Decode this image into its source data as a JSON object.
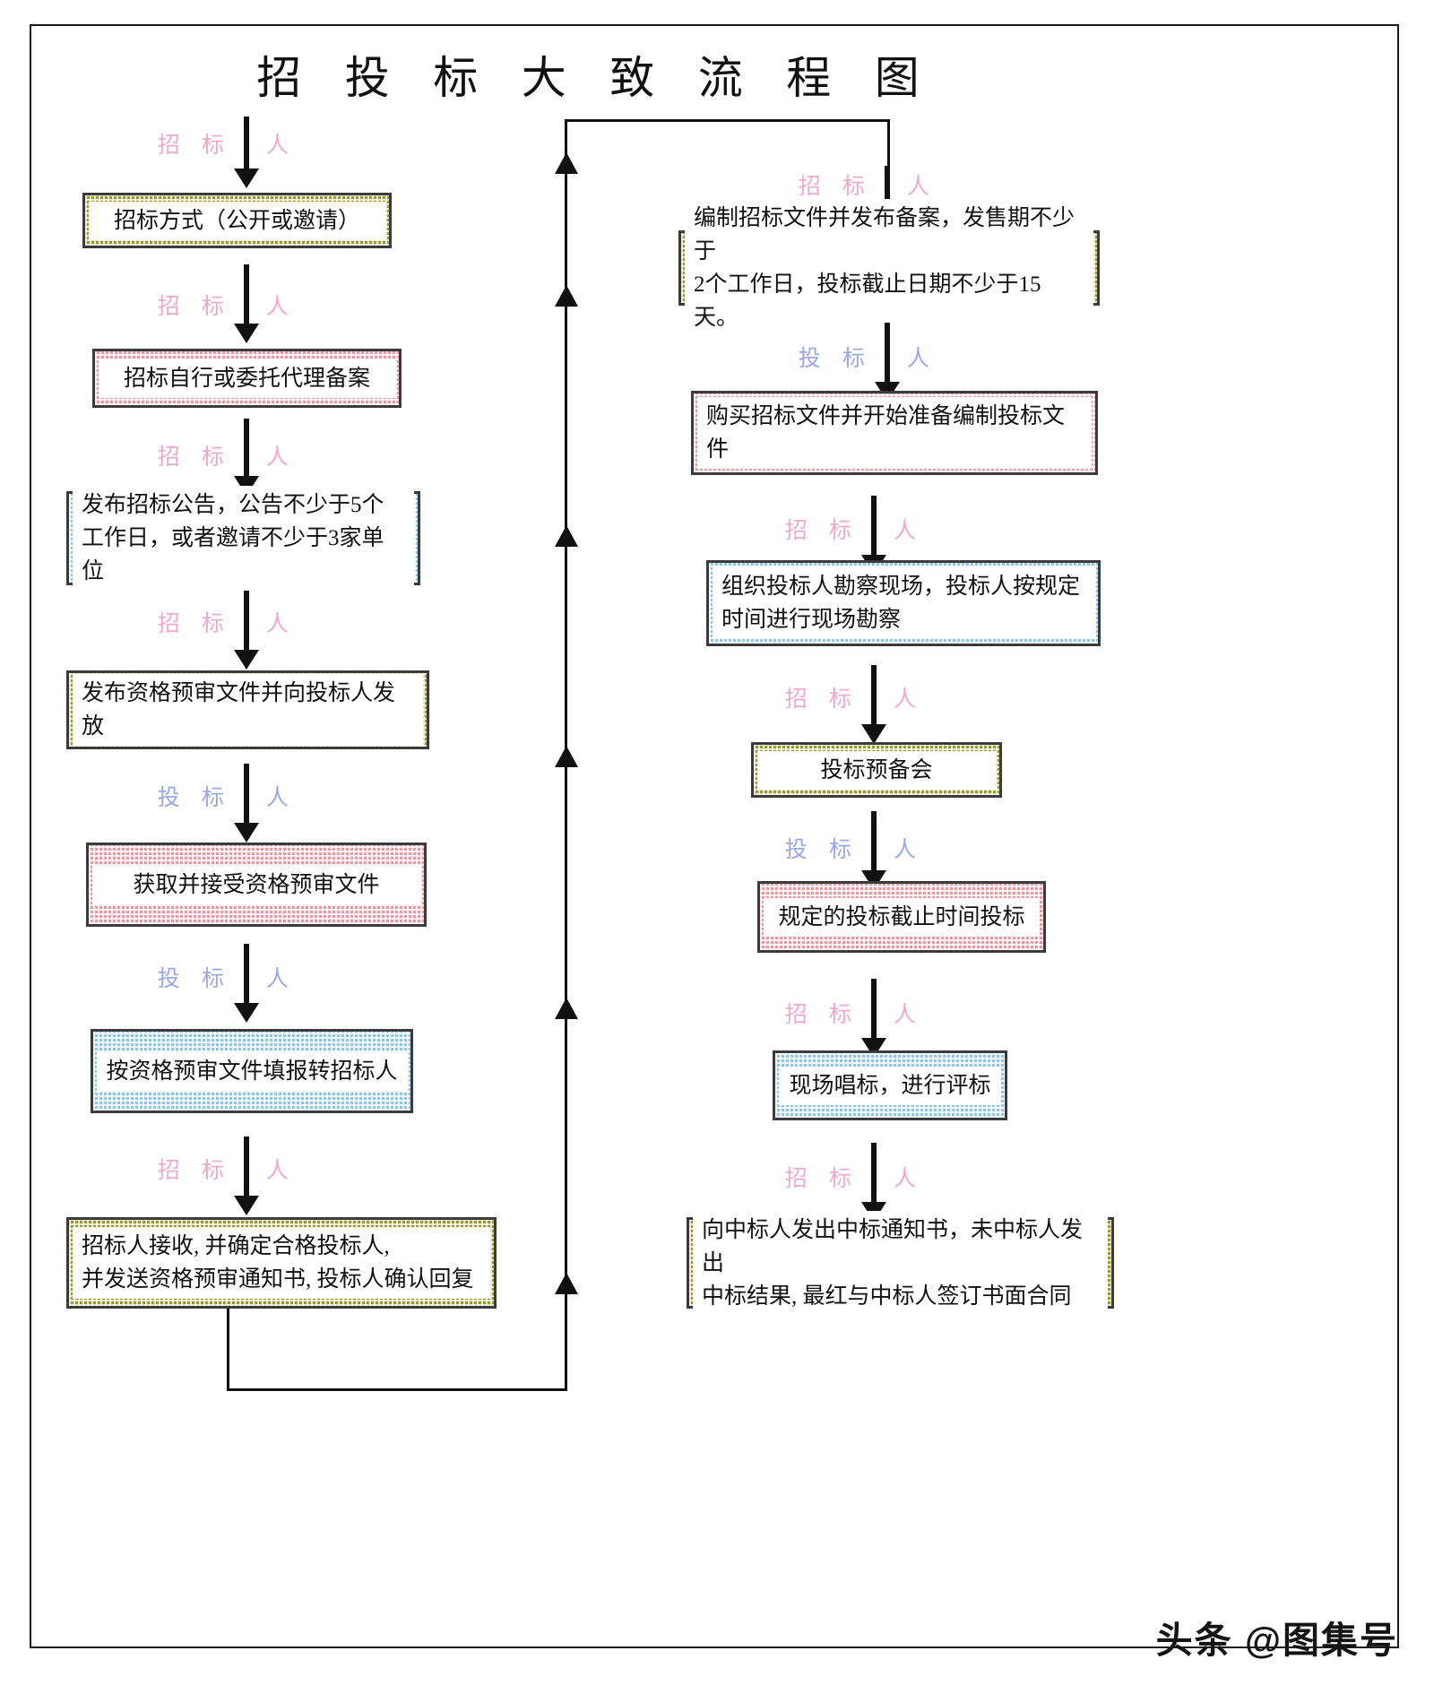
{
  "title": "招 投 标 大 致 流 程 图",
  "watermark": "头条 @图集号",
  "actors": {
    "tenderer": {
      "left": "招 标",
      "right": "人",
      "color": "#f0a8cf"
    },
    "bidder": {
      "left": "投 标",
      "right": "人",
      "color": "#9aa8e8"
    }
  },
  "palette": {
    "olive": "#9a9a33",
    "pink": "#e99aa4",
    "blue": "#8fc6ea",
    "border": "#3b3b3b",
    "arrow": "#111111",
    "frame": "#1a1a1a"
  },
  "left_column": {
    "steps": [
      {
        "id": "tender-method",
        "text": "招标方式（公开或邀请）",
        "fill": "olive",
        "align": "center",
        "actor": "tenderer"
      },
      {
        "id": "filing",
        "text": "招标自行或委托代理备案",
        "fill": "pink",
        "align": "center",
        "actor": "tenderer"
      },
      {
        "id": "announcement",
        "text": "发布招标公告，公告不少于5个\n工作日，或者邀请不少于3家单位",
        "fill": "blue",
        "align": "left",
        "actor": "tenderer"
      },
      {
        "id": "prequal-release",
        "text": "发布资格预审文件并向投标人发放",
        "fill": "olive",
        "align": "left",
        "actor": "tenderer"
      },
      {
        "id": "prequal-receive",
        "text": "获取并接受资格预审文件",
        "fill": "pink",
        "align": "center",
        "actor": "bidder"
      },
      {
        "id": "prequal-submit",
        "text": "按资格预审文件填报转招标人",
        "fill": "blue",
        "align": "center",
        "actor": "bidder"
      },
      {
        "id": "prequal-confirm",
        "text": "招标人接收, 并确定合格投标人,\n并发送资格预审通知书, 投标人确认回复",
        "fill": "olive",
        "align": "left",
        "actor": "tenderer"
      }
    ]
  },
  "right_column": {
    "steps": [
      {
        "id": "prepare-docs",
        "text": "编制招标文件并发布备案，发售期不少于\n2个工作日，投标截止日期不少于15天。",
        "fill": "olive",
        "align": "left",
        "actor": "tenderer"
      },
      {
        "id": "buy-docs",
        "text": "购买招标文件并开始准备编制投标文件",
        "fill": "pink",
        "align": "left",
        "actor": "bidder"
      },
      {
        "id": "site-survey",
        "text": "组织投标人勘察现场，投标人按规定\n时间进行现场勘察",
        "fill": "blue",
        "align": "left",
        "actor": "tenderer"
      },
      {
        "id": "pre-bid-meeting",
        "text": "投标预备会",
        "fill": "olive",
        "align": "center",
        "actor": "tenderer"
      },
      {
        "id": "bid-deadline",
        "text": "规定的投标截止时间投标",
        "fill": "pink",
        "align": "center",
        "actor": "bidder"
      },
      {
        "id": "bid-opening",
        "text": "现场唱标，进行评标",
        "fill": "blue",
        "align": "center",
        "actor": "tenderer"
      },
      {
        "id": "award-notice",
        "text": "向中标人发出中标通知书，未中标人发出\n中标结果, 最红与中标人签订书面合同",
        "fill": "olive",
        "align": "left",
        "actor": "tenderer"
      }
    ]
  }
}
